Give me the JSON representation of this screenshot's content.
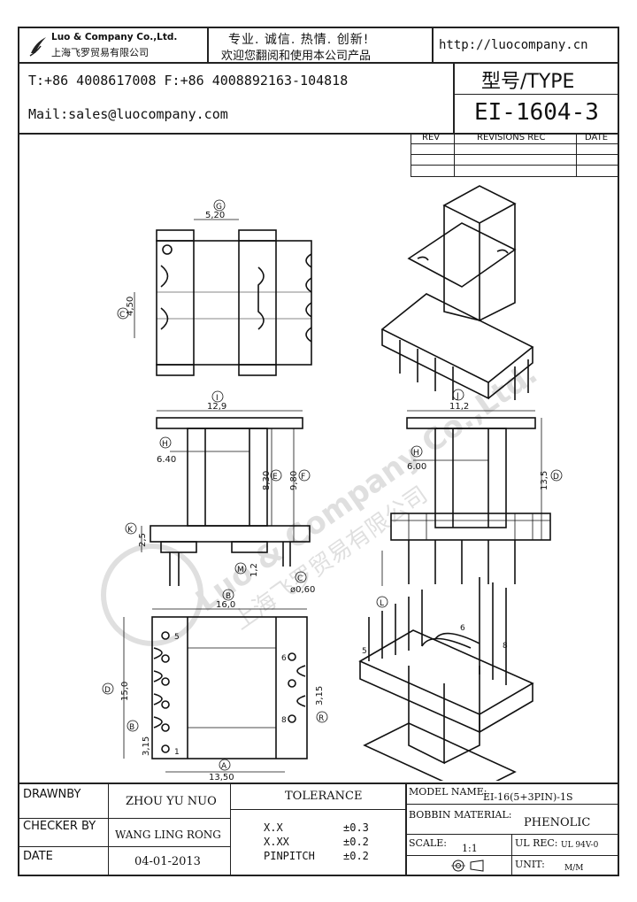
{
  "header": {
    "company_en": "Luo & Company Co.,Ltd.",
    "company_cn": "上海飞罗贸易有限公司",
    "slogan_line1": "专业. 诚信. 热情. 创新!",
    "slogan_line2": "欢迎您翻阅和使用本公司产品",
    "website": "http://luocompany.cn",
    "phone": "T:+86 4008617008 F:+86 4008892163-104818",
    "mail": "Mail:sales@luocompany.com",
    "type_label": "型号/TYPE",
    "type_value": "EI-1604-3"
  },
  "revisions": {
    "col_rev": "REV",
    "col_rec": "REVISIONS REC",
    "col_date": "DATE"
  },
  "dimensions": {
    "G": "5,20",
    "C": "4,50",
    "I": "12,9",
    "J": "11,2",
    "H_left": "6.40",
    "H_right": "6.00",
    "E": "8,30",
    "F": "9,80",
    "D": "13,5",
    "K": "2,5",
    "M": "1,2",
    "C_pin": "ø0,60",
    "top_width": "16,0",
    "height_left": "15,0",
    "pitch_left": "3,15",
    "pitch_right": "3,15",
    "bottom_width": "13,50",
    "pin1": "1",
    "pin5": "5",
    "pin6": "6",
    "pin8": "8",
    "iso_pin5": "5",
    "iso_pin6": "6",
    "iso_pin8": "8",
    "circle_G": "G",
    "circle_C": "C",
    "circle_I": "I",
    "circle_J": "J",
    "circle_H1": "H",
    "circle_H2": "H",
    "circle_E": "E",
    "circle_F": "F",
    "circle_D": "D",
    "circle_K": "K",
    "circle_M": "M",
    "circle_Cp": "C",
    "circle_L": "L",
    "circle_top": "B",
    "circle_left": "D",
    "circle_pitch": "B",
    "circle_bottom": "A",
    "circle_R": "R"
  },
  "title_block": {
    "drawnby_label": "DRAWNBY",
    "drawnby_value": "ZHOU YU NUO",
    "checker_label": "CHECKER BY",
    "checker_value": "WANG LING RONG",
    "date_label": "DATE",
    "date_value": "04-01-2013",
    "tolerance_label": "TOLERANCE",
    "tol_xx_label": "X.X",
    "tol_xx_value": "±0.3",
    "tol_xxx_label": "X.XX",
    "tol_xxx_value": "±0.2",
    "tol_pin_label": "PINPITCH",
    "tol_pin_value": "±0.2",
    "model_label": "MODEL NAME:",
    "model_value": "EI-16(5+3PIN)-1S",
    "bobbin_label": "BOBBIN MATERIAL:",
    "bobbin_value": "PHENOLIC",
    "scale_label": "SCALE:",
    "scale_value": "1:1",
    "ulrec_label": "UL REC:",
    "ulrec_value": "UL 94V-0",
    "unit_label": "UNIT:",
    "unit_value": "M/M"
  },
  "watermark": {
    "en": "Luo & Company Co.,Ltd.",
    "cn": "上海飞罗贸易有限公司"
  }
}
